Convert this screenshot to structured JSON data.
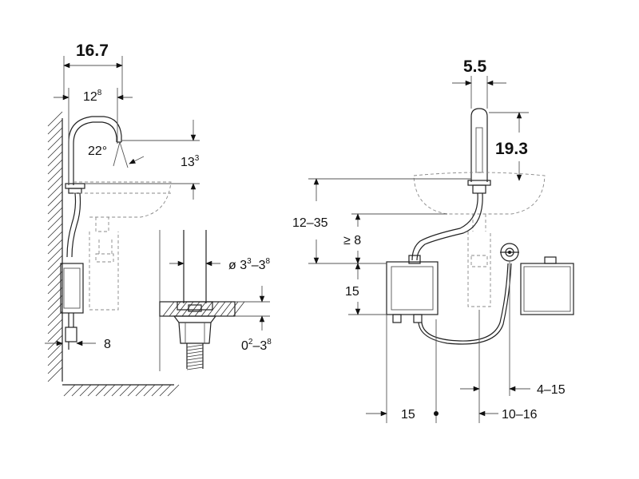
{
  "left_view": {
    "dims": {
      "spout_reach": "16.7",
      "outlet_offset_main": "12",
      "outlet_offset_sup": "8",
      "spout_angle": "22°",
      "spout_height_main": "13",
      "spout_height_sup": "3",
      "box_wall_gap": "8"
    }
  },
  "detail_view": {
    "dims": {
      "hole_diameter_prefix": "ø 3",
      "hole_diameter_sup1": "3",
      "hole_diameter_mid": "–3",
      "hole_diameter_sup2": "8",
      "deck_thickness_main": "0",
      "deck_thickness_sup1": "2",
      "deck_thickness_mid": "–3",
      "deck_thickness_sup2": "8"
    }
  },
  "right_view": {
    "dims": {
      "spout_width": "5.5",
      "spout_height": "19.3",
      "deck_to_box": "12–35",
      "min_gap": "≥ 8",
      "box_height": "15",
      "box_width": "15",
      "box_offset": "10–16",
      "valve_offset": "4–15"
    }
  }
}
